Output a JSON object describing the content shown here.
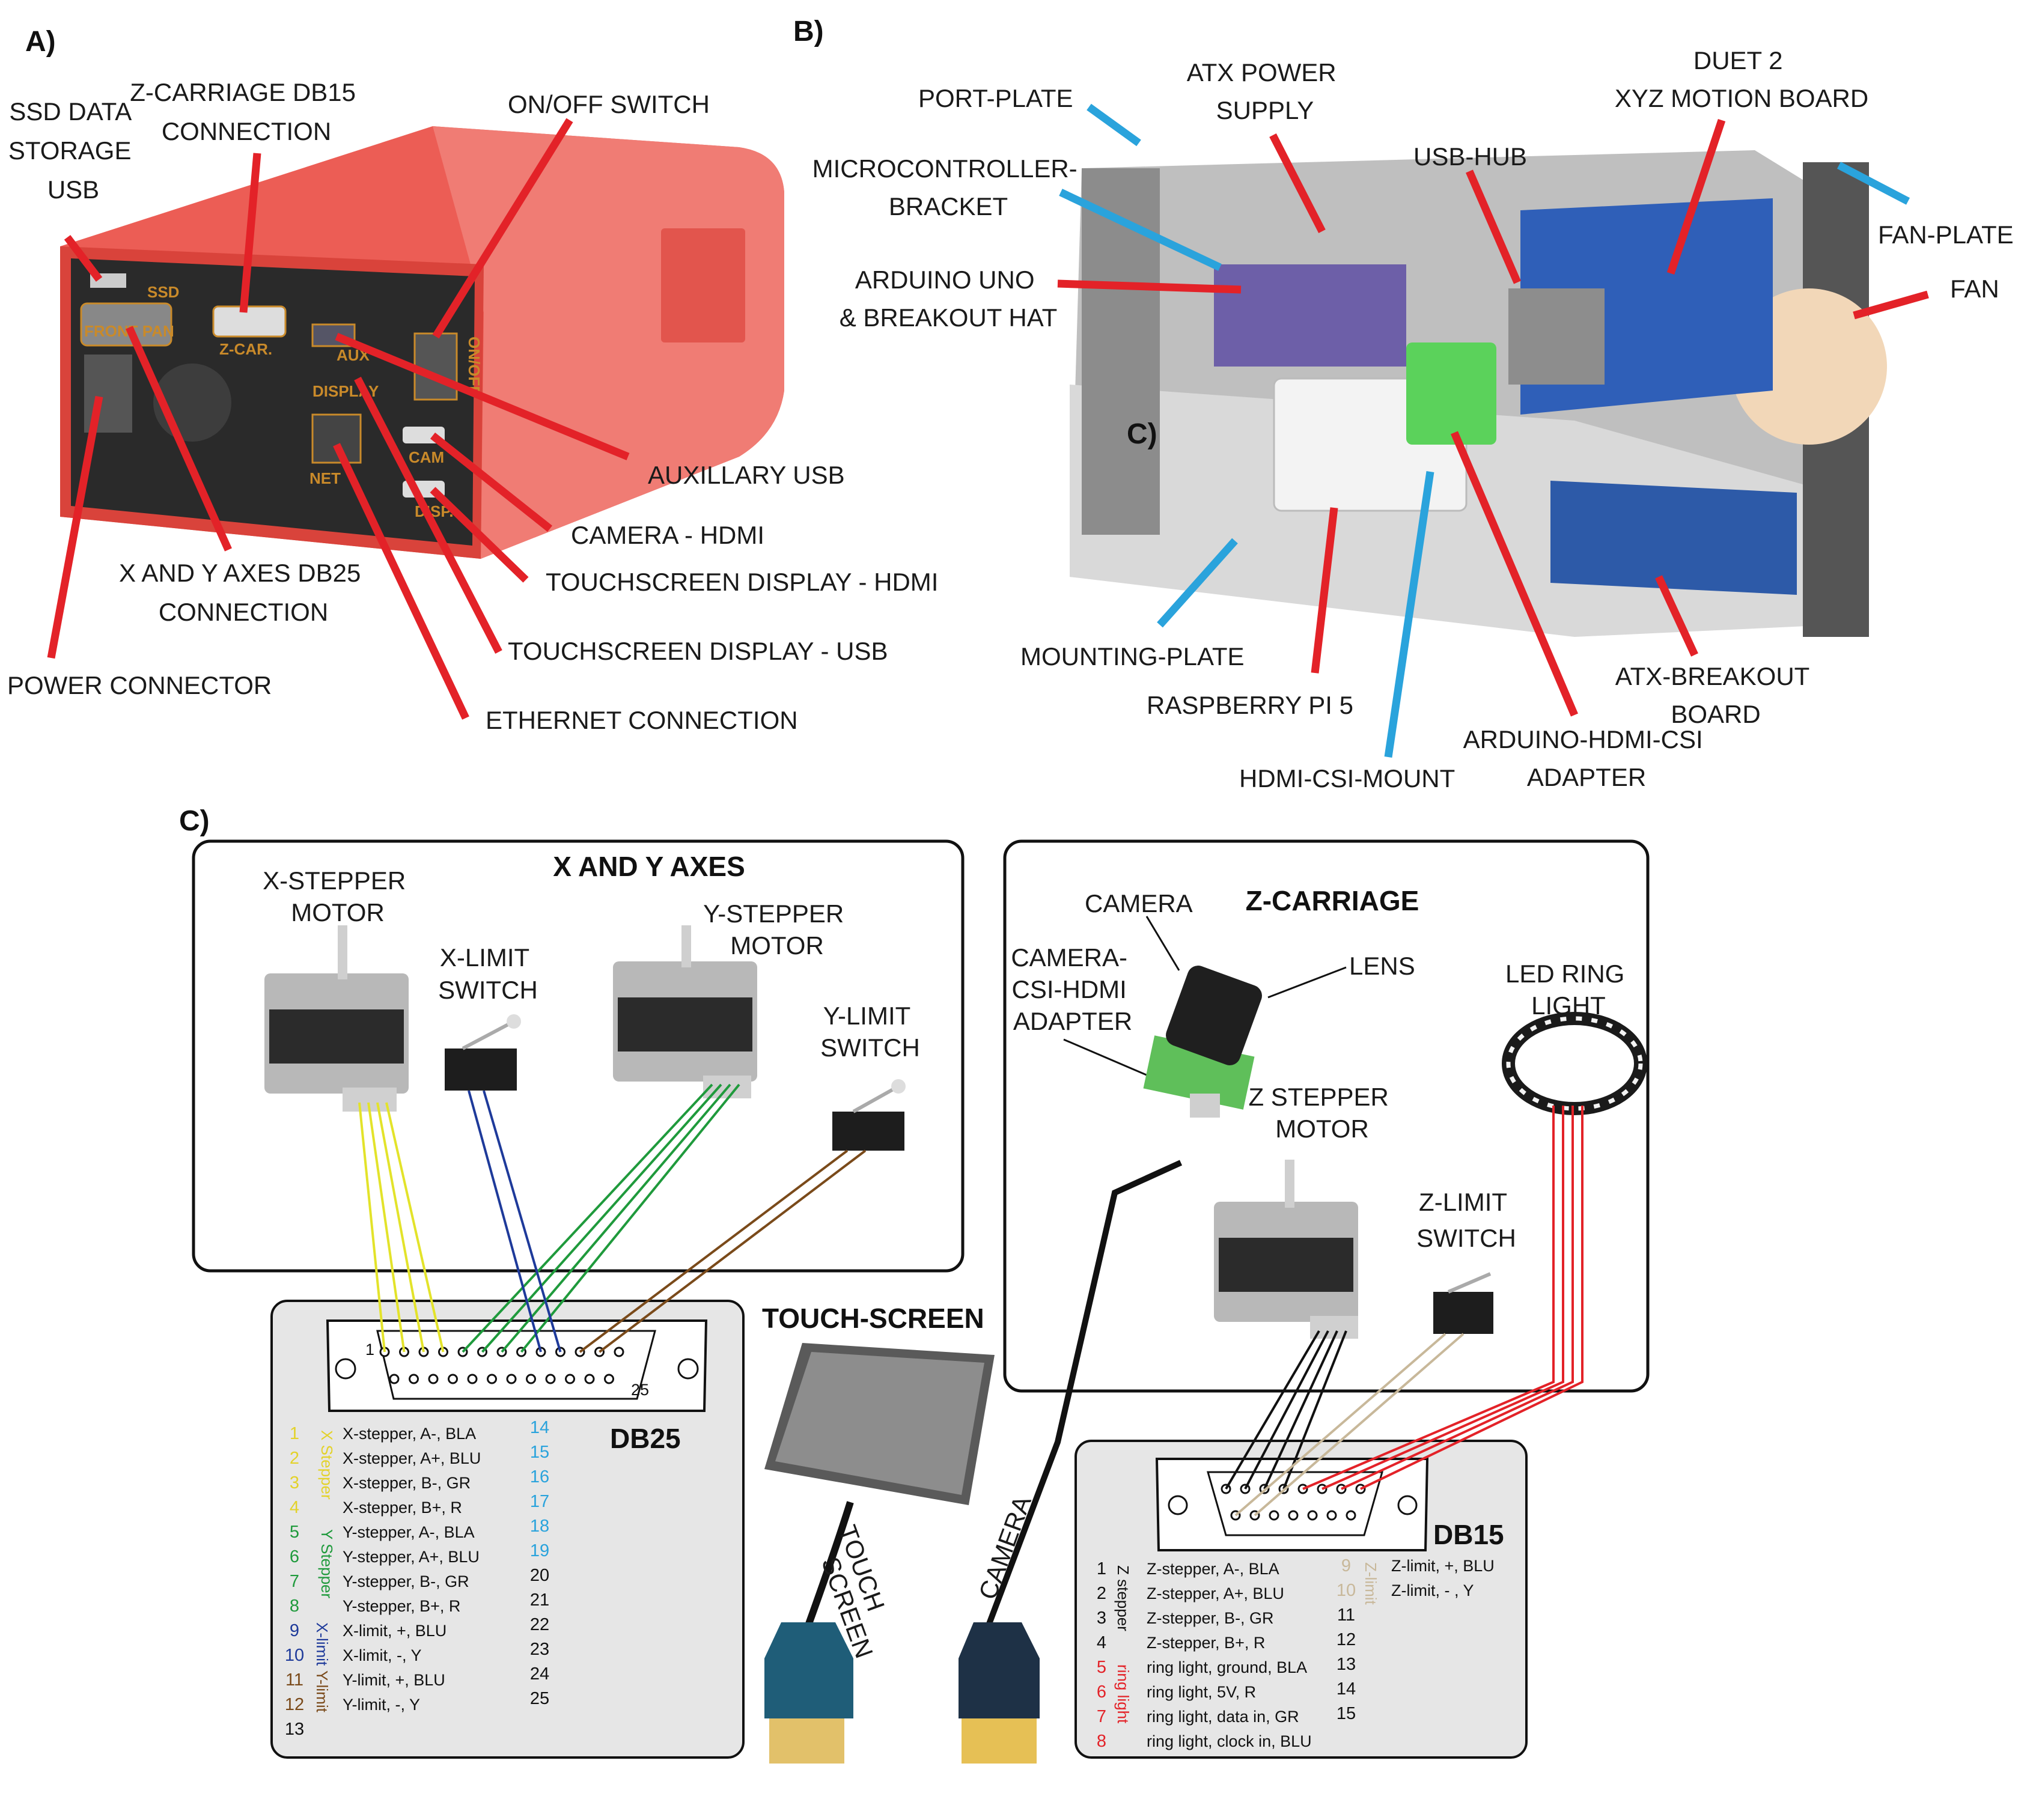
{
  "panels": {
    "a": "A)",
    "b": "B)",
    "c": "C)",
    "c_inset": "C)"
  },
  "panel_a": {
    "callouts": {
      "ssd": [
        "SSD DATA",
        "STORAGE",
        "USB"
      ],
      "zcar": [
        "Z-CARRIAGE DB15",
        "CONNECTION"
      ],
      "onoff": "ON/OFF SWITCH",
      "aux": "AUXILLARY USB",
      "camera": "CAMERA - HDMI",
      "ts_hdmi": "TOUCHSCREEN DISPLAY - HDMI",
      "ts_usb": "TOUCHSCREEN DISPLAY - USB",
      "ethernet": "ETHERNET CONNECTION",
      "xy": [
        "X AND Y AXES DB25",
        "CONNECTION"
      ],
      "power": "POWER CONNECTOR"
    },
    "port_labels": {
      "ssd": "SSD",
      "front": "FRONT PAN",
      "zcar": "Z-CAR.",
      "aux": "AUX",
      "display": "DISPLAY",
      "onoff": "ON/OFF",
      "net": "NET",
      "cam": "CAM",
      "disp": "DISP."
    }
  },
  "panel_b": {
    "callouts": {
      "port_plate": "PORT-PLATE",
      "atx": [
        "ATX POWER",
        "SUPPLY"
      ],
      "duet": [
        "DUET 2",
        "XYZ MOTION BOARD"
      ],
      "micro": [
        "MICROCONTROLLER-",
        "BRACKET"
      ],
      "usbhub": "USB-HUB",
      "fan_plate": "FAN-PLATE",
      "fan": "FAN",
      "arduino": [
        "ARDUINO UNO",
        "& BREAKOUT HAT"
      ],
      "mounting": "MOUNTING-PLATE",
      "rpi": "RASPBERRY PI 5",
      "adapter": [
        "ARDUINO-HDMI-CSI",
        "ADAPTER"
      ],
      "hdmicsi": "HDMI-CSI-MOUNT",
      "atxbreak": [
        "ATX-BREAKOUT",
        "BOARD"
      ]
    }
  },
  "panel_c": {
    "xy_box": {
      "title": "X AND Y AXES",
      "x_motor": [
        "X-STEPPER",
        "MOTOR"
      ],
      "x_limit": [
        "X-LIMIT",
        "SWITCH"
      ],
      "y_motor": [
        "Y-STEPPER",
        "MOTOR"
      ],
      "y_limit": [
        "Y-LIMIT",
        "SWITCH"
      ]
    },
    "z_box": {
      "title": "Z-CARRIAGE",
      "camera": "CAMERA",
      "lens": "LENS",
      "adapter": [
        "CAMERA-",
        "CSI-HDMI",
        "ADAPTER"
      ],
      "led": [
        "LED RING",
        "LIGHT"
      ],
      "z_motor": [
        "Z STEPPER",
        "MOTOR"
      ],
      "z_limit": [
        "Z-LIMIT",
        "SWITCH"
      ]
    },
    "touchscreen": "TOUCH-SCREEN",
    "cable_touch": [
      "TOUCH",
      "SCREEN"
    ],
    "cable_camera": "CAMERA",
    "db25": {
      "title": "DB25",
      "pin1": "1",
      "pin25": "25",
      "groups": [
        {
          "label": "X Stepper",
          "color": "#e3d22a"
        },
        {
          "label": "Y Stepper",
          "color": "#1f9a3c"
        },
        {
          "label": "X-limit",
          "color": "#1e3a9a"
        },
        {
          "label": "Y-limit",
          "color": "#7a4a1a"
        }
      ],
      "pins": [
        {
          "num": "1",
          "text": "X-stepper, A-, BLA",
          "color": "#e3d22a"
        },
        {
          "num": "2",
          "text": "X-stepper, A+, BLU",
          "color": "#e3d22a"
        },
        {
          "num": "3",
          "text": "X-stepper, B-, GR",
          "color": "#e3d22a"
        },
        {
          "num": "4",
          "text": "X-stepper, B+, R",
          "color": "#e3d22a"
        },
        {
          "num": "5",
          "text": "Y-stepper, A-, BLA",
          "color": "#1f9a3c"
        },
        {
          "num": "6",
          "text": "Y-stepper, A+, BLU",
          "color": "#1f9a3c"
        },
        {
          "num": "7",
          "text": "Y-stepper, B-, GR",
          "color": "#1f9a3c"
        },
        {
          "num": "8",
          "text": "Y-stepper, B+, R",
          "color": "#1f9a3c"
        },
        {
          "num": "9",
          "text": "X-limit, +, BLU",
          "color": "#1e3a9a"
        },
        {
          "num": "10",
          "text": "X-limit, -, Y",
          "color": "#1e3a9a"
        },
        {
          "num": "11",
          "text": "Y-limit, +, BLU",
          "color": "#7a4a1a"
        },
        {
          "num": "12",
          "text": "Y-limit, -, Y",
          "color": "#7a4a1a"
        },
        {
          "num": "13",
          "text": "",
          "color": "#111111"
        }
      ],
      "spare": [
        {
          "num": "14",
          "color": "#2aa3dc"
        },
        {
          "num": "15",
          "color": "#2aa3dc"
        },
        {
          "num": "16",
          "color": "#2aa3dc"
        },
        {
          "num": "17",
          "color": "#2aa3dc"
        },
        {
          "num": "18",
          "color": "#2aa3dc"
        },
        {
          "num": "19",
          "color": "#2aa3dc"
        },
        {
          "num": "20",
          "color": "#111111"
        },
        {
          "num": "21",
          "color": "#111111"
        },
        {
          "num": "22",
          "color": "#111111"
        },
        {
          "num": "23",
          "color": "#111111"
        },
        {
          "num": "24",
          "color": "#111111"
        },
        {
          "num": "25",
          "color": "#111111"
        }
      ]
    },
    "db15": {
      "title": "DB15",
      "groups": [
        {
          "label": "Z stepper",
          "color": "#111111"
        },
        {
          "label": "ring light",
          "color": "#e32228"
        },
        {
          "label": "Z-limit",
          "color": "#c8b89a"
        }
      ],
      "pins": [
        {
          "num": "1",
          "text": "Z-stepper, A-, BLA",
          "color": "#111111"
        },
        {
          "num": "2",
          "text": "Z-stepper, A+, BLU",
          "color": "#111111"
        },
        {
          "num": "3",
          "text": "Z-stepper, B-, GR",
          "color": "#111111"
        },
        {
          "num": "4",
          "text": "Z-stepper, B+, R",
          "color": "#111111"
        },
        {
          "num": "5",
          "text": "ring light, ground, BLA",
          "color": "#e32228"
        },
        {
          "num": "6",
          "text": "ring light, 5V, R",
          "color": "#e32228"
        },
        {
          "num": "7",
          "text": "ring light, data in, GR",
          "color": "#e32228"
        },
        {
          "num": "8",
          "text": "ring light, clock in, BLU",
          "color": "#e32228"
        }
      ],
      "right": [
        {
          "num": "9",
          "text": "Z-limit, +, BLU",
          "color": "#c8b89a"
        },
        {
          "num": "10",
          "text": "Z-limit, - , Y",
          "color": "#c8b89a"
        },
        {
          "num": "11",
          "text": "",
          "color": "#111111"
        },
        {
          "num": "12",
          "text": "",
          "color": "#111111"
        },
        {
          "num": "13",
          "text": "",
          "color": "#111111"
        },
        {
          "num": "14",
          "text": "",
          "color": "#111111"
        },
        {
          "num": "15",
          "text": "",
          "color": "#111111"
        }
      ]
    }
  },
  "colors": {
    "callout_red": "#e32228",
    "callout_blue": "#2aa3dc",
    "enclosure": "#ef6a62",
    "wire_x": "#e3e32a",
    "wire_y": "#1f9a3c",
    "wire_xlimit": "#1e3a9a",
    "wire_ylimit": "#7a4a1a",
    "wire_z": "#111111",
    "wire_zlimit": "#c8b89a",
    "wire_ring": "#e32228"
  }
}
